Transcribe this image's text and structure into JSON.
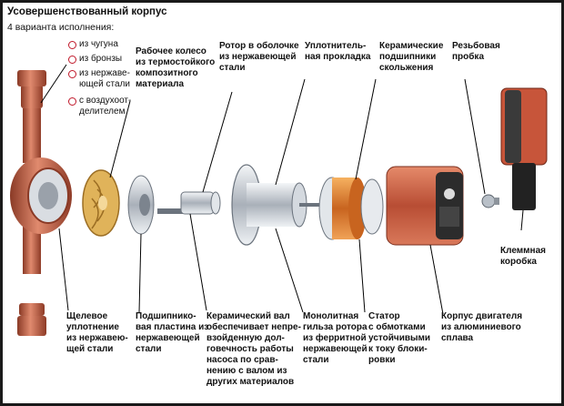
{
  "title": "Усовершенствованный корпус",
  "subtitle": "4 варианта исполнения:",
  "variants": [
    "из чугуна",
    "из бронзы",
    "из нержаве-\nющей стали",
    "с воздухоот-\nделителем"
  ],
  "labels": {
    "impeller": "Рабочее колесо\nиз термостойкого\nкомпозитного\nматериала",
    "rotor": "Ротор в оболочке\nиз нержавеющей\nстали",
    "gasket": "Уплотнитель-\nная прокладка",
    "bearings": "Керамические\nподшипники\nскольжения",
    "plug": "Резьбовая\nпробка",
    "terminal_box": "Клеммная\nкоробка",
    "slot_seal": "Щелевое\nуплотнение\nиз нержавею-\nщей стали",
    "bearing_plate": "Подшипнико-\nвая пластина из\nнержавеющей\nстали",
    "shaft": "Керамический вал\nобеспечивает непре-\nвзойденную дол-\nговечность работы\nнасоса по срав-\nнению с валом из\nдругих материалов",
    "sleeve": "Монолитная\nгильза ротора\nиз ферритной\nнержавеющей\nстали",
    "stator": "Статор\nс обмотками\nустойчивыми\nк току блоки-\nровки",
    "motor_housing": "Корпус двигателя\nиз алюминиевого\nсплава"
  },
  "colors": {
    "housing": "#c8644a",
    "impeller": "#e0b35a",
    "steel": "#c9ced6",
    "stator": "#e08a2a",
    "accent": "#c0182a"
  }
}
